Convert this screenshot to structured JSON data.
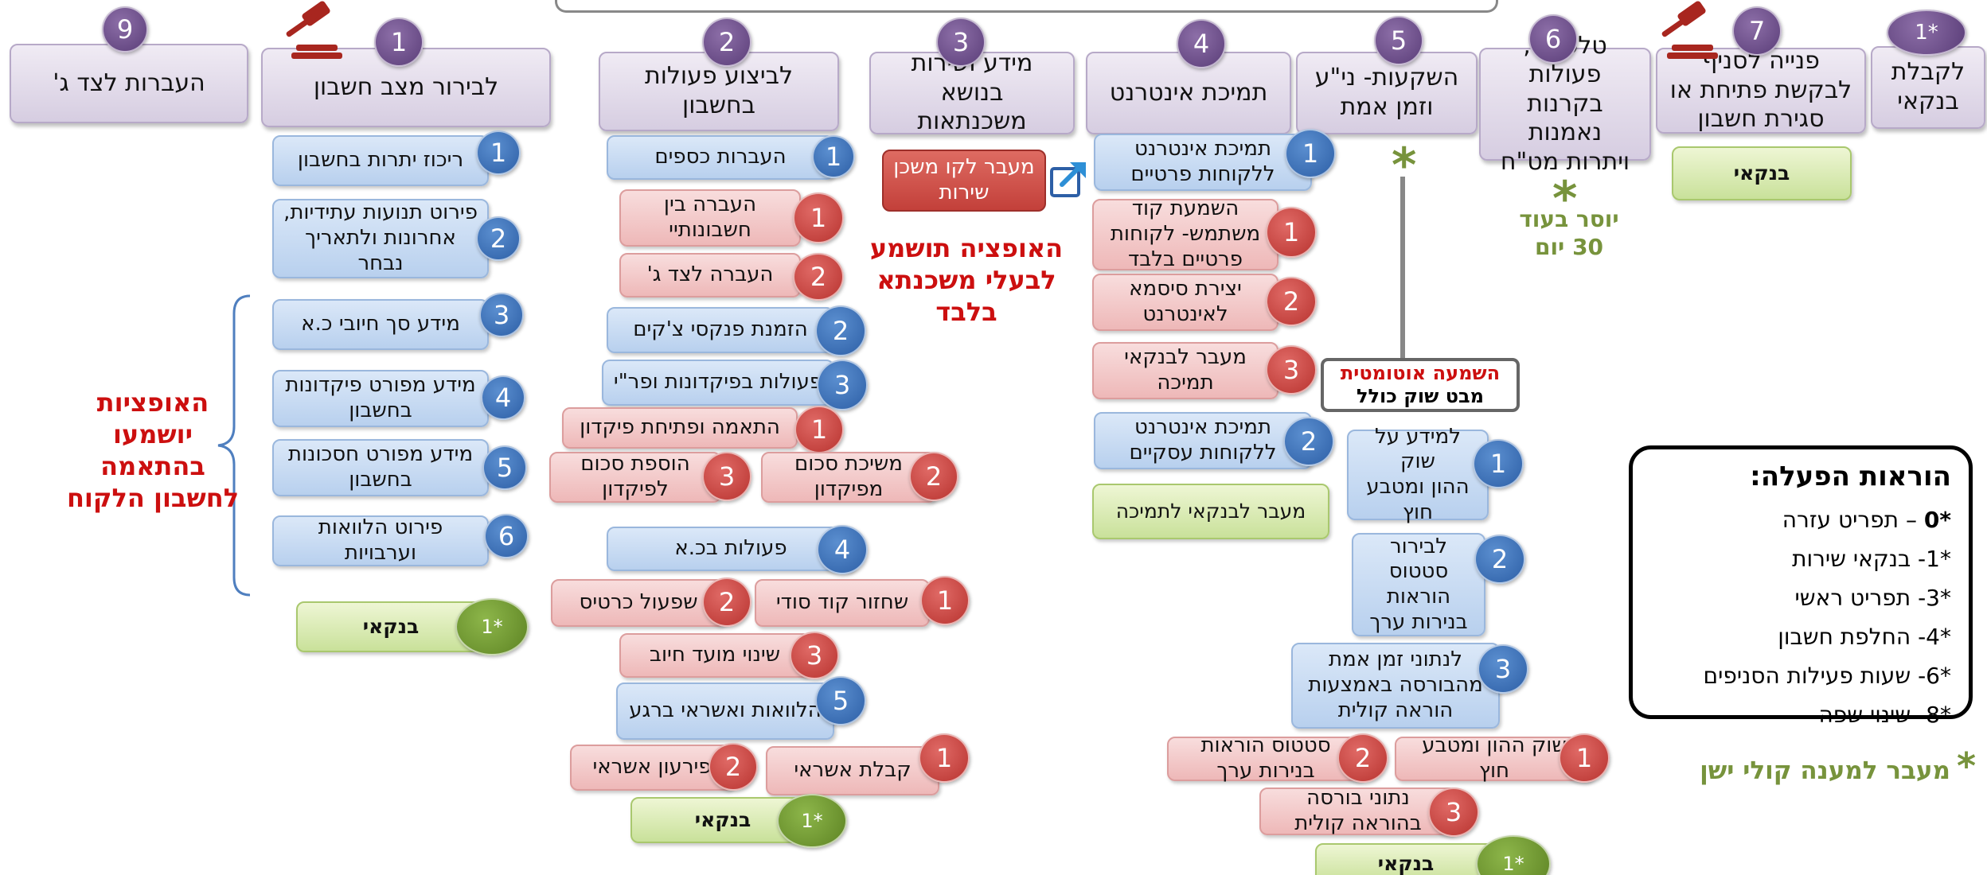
{
  "main_menu": [
    {
      "num": "9",
      "label": "העברות לצד ג'"
    },
    {
      "num": "1",
      "label": "לבירור מצב חשבון"
    },
    {
      "num": "2",
      "label": "לביצוע פעולות  בחשבון"
    },
    {
      "num": "3",
      "label": "מידע ושירות בנושא\nמשכנתאות"
    },
    {
      "num": "4",
      "label": "תמיכת אינטרנט"
    },
    {
      "num": "5",
      "label": "השקעות- ני\"ע\nוזמן אמת"
    },
    {
      "num": "6",
      "label": "טלפקס, פעולות\nבקרנות נאמנות\nויתרות מט\"ח"
    },
    {
      "num": "7",
      "label": "פנייה לסניף\nלבקשת פתיחת או\nסגירת חשבון"
    },
    {
      "num": "1*",
      "label": "לקבלת\nבנקאי"
    }
  ],
  "account_menu": [
    {
      "num": "1",
      "label": "ריכוז יתרות בחשבון"
    },
    {
      "num": "2",
      "label": "פירוט תנועות עתידיות,\nאחרונות ולתאריך\nנבחר"
    },
    {
      "num": "3",
      "label": "מידע סך חיובי כ.א"
    },
    {
      "num": "4",
      "label": "מידע מפורט פיקדונות\nבחשבון"
    },
    {
      "num": "5",
      "label": "מידע מפורט חסכונות\nבחשבון"
    },
    {
      "num": "6",
      "label": "פירוט הלוואות וערבויות"
    }
  ],
  "actions_menu": [
    {
      "num": "1",
      "label": "העברות כספים"
    },
    {
      "num": "1",
      "label": "העברה בין\nחשבונותיי"
    },
    {
      "num": "2",
      "label": "העברה לצד ג'"
    },
    {
      "num": "2",
      "label": "הזמנת פנקסי צ'קים"
    },
    {
      "num": "3",
      "label": "פעולות בפיקדונות ופר\"י"
    },
    {
      "num": "1",
      "label": "התאמה ופתיחת פיקדון"
    },
    {
      "num": "3",
      "label": "הוספת סכום\nלפיקדון"
    },
    {
      "num": "2",
      "label": "משיכת סכום\nמפיקדון"
    },
    {
      "num": "4",
      "label": "פעולות בכ.א"
    },
    {
      "num": "2",
      "label": "שפעול כרטיס"
    },
    {
      "num": "1",
      "label": "שחזור קוד סודי"
    },
    {
      "num": "3",
      "label": "שינוי מועד חיוב"
    },
    {
      "num": "5",
      "label": "הלוואות ואשראי ברגע"
    },
    {
      "num": "2",
      "label": "פירעון אשראי"
    },
    {
      "num": "1",
      "label": "קבלת אשראי"
    }
  ],
  "mortgage": {
    "button": "מעבר לקו משכן\nשירות",
    "note": "האופציה תושמע\nלבעלי משכנתא\nבלבד"
  },
  "internet_menu": [
    {
      "num": "1",
      "label": "תמיכת אינטרנט\nללקוחות פרטיים"
    },
    {
      "num": "1",
      "label": "השמעת קוד\nמשתמש- לקוחות\nפרטיים בלבד"
    },
    {
      "num": "2",
      "label": "יצירת סיסמא\nלאינטרנט"
    },
    {
      "num": "3",
      "label": "מעבר לבנקאי\nתמיכה"
    },
    {
      "num": "2",
      "label": "תמיכת אינטרנט\nללקוחות עסקיים"
    },
    {
      "num": "",
      "label": "מעבר לבנקאי לתמיכה"
    }
  ],
  "invest": {
    "auto_line1": "השמעה אוטומטית",
    "auto_line2": "מבט שוק כולל",
    "items": [
      {
        "num": "1",
        "label": "למידע על שוק\nההון ומטבע\nחוץ"
      },
      {
        "num": "2",
        "label": "לבירור\nסטטוס\nהוראות\nבנירות ערך"
      },
      {
        "num": "3",
        "label": "לנתוני זמן אמת\nמהבורסה באמצעות\nהוראה קולית"
      },
      {
        "num": "1",
        "label": "שוק ההון ומטבע\nחוץ"
      },
      {
        "num": "2",
        "label": "סטטוס הוראות\nבנירות ערך"
      },
      {
        "num": "3",
        "label": "נתוני בורסה\nבהוראה קולית"
      }
    ]
  },
  "banker_label": "בנקאי",
  "banker_badge": "1*",
  "account_options_note": "האופציות\nיושמעו\nבהתאמה\nלחשבון הלקוח",
  "fax_note": "יוסר בעוד\n30 יום",
  "star": "*",
  "instructions": {
    "title": "הוראות הפעלה:",
    "rows": [
      {
        "key": "*0",
        "text": " – תפריט עזרה"
      },
      {
        "key": "*1",
        "text": "- בנקאי שירות"
      },
      {
        "key": "*3",
        "text": "- תפריט ראשי"
      },
      {
        "key": "*4",
        "text": "- החלפת חשבון"
      },
      {
        "key": "*6",
        "text": "- שעות פעילות הסניפים"
      },
      {
        "key": "*8",
        "text": "- שינוי שפה"
      }
    ]
  },
  "legacy_note": "מעבר למענה קולי ישן",
  "colors": {
    "purple": "#5a3d78",
    "blue": "#2d5fa6",
    "pink": "#b8332f",
    "green": "#77933c",
    "red": "#cc0f0f"
  }
}
